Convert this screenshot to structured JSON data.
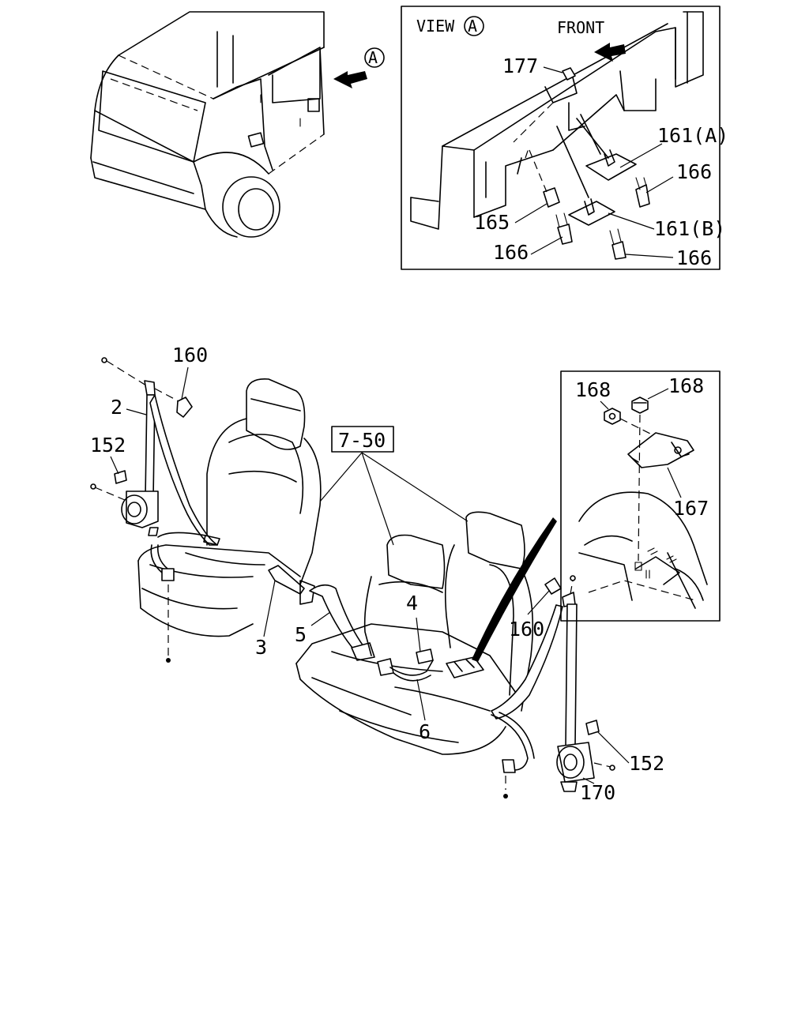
{
  "view": {
    "title": "VIEW",
    "marker": "A",
    "front": "FRONT"
  },
  "callouts": {
    "c177": "177",
    "c161a": "161(A)",
    "c161b": "161(B)",
    "c165": "165",
    "c166a": "166",
    "c166b": "166",
    "c166c": "166",
    "c160a": "160",
    "c160b": "160",
    "c2": "2",
    "c152a": "152",
    "c152b": "152",
    "c3": "3",
    "c5": "5",
    "c4": "4",
    "c6": "6",
    "c750": "7-50",
    "c168a": "168",
    "c168b": "168",
    "c167": "167",
    "c170": "170"
  },
  "truck_marker": "A"
}
